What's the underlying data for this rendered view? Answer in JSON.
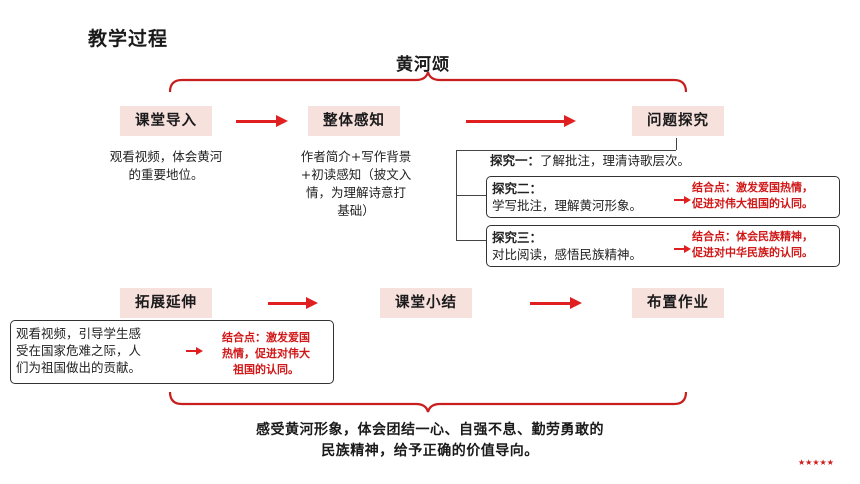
{
  "page": {
    "heading": "教学过程",
    "topic": "黄河颂"
  },
  "stages": {
    "intro": {
      "label": "课堂导入",
      "desc_lines": [
        "观看视频，体会黄河",
        "的重要地位。"
      ]
    },
    "perception": {
      "label": "整体感知",
      "desc_lines": [
        "作者简介+写作背景",
        "+初读感知（披文入",
        "情，为理解诗意打",
        "基础）"
      ]
    },
    "inquiry": {
      "label": "问题探究"
    },
    "extension": {
      "label": "拓展延伸",
      "desc_lines": [
        "观看视频，引导学生感",
        "受在国家危难之际，人",
        "们为祖国做出的贡献。"
      ]
    },
    "summary_stage": {
      "label": "课堂小结"
    },
    "homework": {
      "label": "布置作业"
    }
  },
  "explorations": {
    "one": {
      "title": "探究一：",
      "text": "了解批注，理清诗歌层次。"
    },
    "two": {
      "title": "探究二：",
      "text": "学写批注，理解黄河形象。",
      "link_lines": [
        "结合点：激发爱国热情，",
        "促进对伟大祖国的认同。"
      ]
    },
    "three": {
      "title": "探究三：",
      "text": "对比阅读，感悟民族精神。",
      "link_lines": [
        "结合点：体会民族精神，",
        "促进对中华民族的认同。"
      ]
    }
  },
  "extension_link": {
    "lines": [
      "结合点：激发爱国",
      "热情，促进对伟大",
      "祖国的认同。"
    ]
  },
  "summary": {
    "lines": [
      "感受黄河形象，体会团结一心、自强不息、勤劳勇敢的",
      "民族精神，给予正确的价值导向。"
    ]
  },
  "decor": {
    "stars": "★★★★★"
  },
  "colors": {
    "accent": "#e02020",
    "stage_bg": "#f7e1dd",
    "link_text": "#d01818"
  }
}
